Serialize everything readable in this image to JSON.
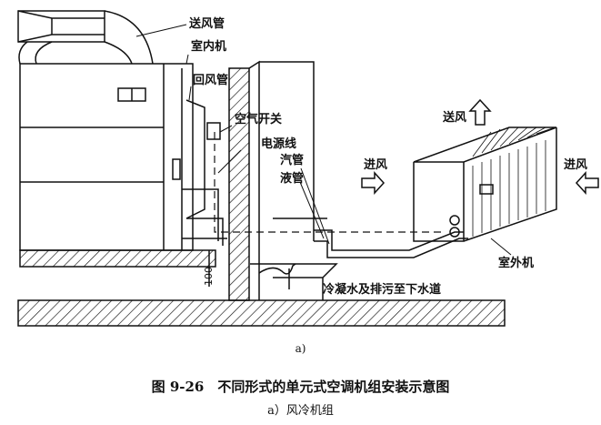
{
  "labels": {
    "supply_duct": "送风管",
    "indoor_unit": "室内机",
    "return_duct": "回风管",
    "air_switch": "空气开关",
    "power_line": "电源线",
    "gas_pipe": "汽管",
    "liquid_pipe": "液管",
    "supply_air": "送风",
    "inlet_air_left": "进风",
    "inlet_air_right": "进风",
    "outdoor_unit": "室外机",
    "drain": "冷凝水及排污至下水道",
    "dimension": "100"
  },
  "subfigure_label": "a)",
  "caption": {
    "title": "图 9-26　不同形式的单元式空调机组安装示意图",
    "subtitle": "a）风冷机组"
  }
}
